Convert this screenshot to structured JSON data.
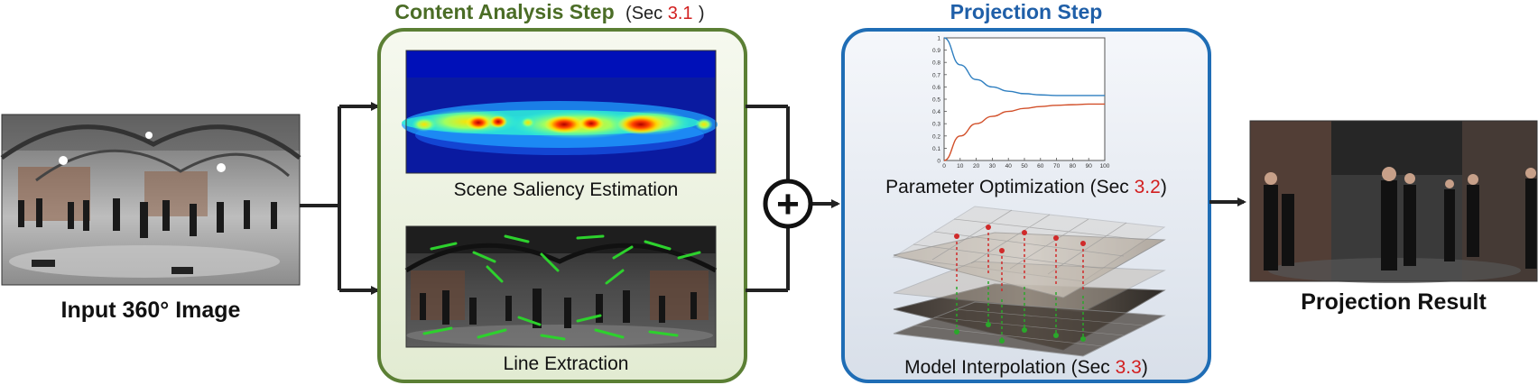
{
  "input": {
    "label": "Input 360° Image"
  },
  "content_step": {
    "title": "Content Analysis Step",
    "sec_prefix": "(Sec ",
    "sec_num": "3.1",
    "sec_suffix": ")",
    "saliency_caption": "Scene Saliency Estimation",
    "line_caption": "Line Extraction"
  },
  "combine": {
    "symbol": "+"
  },
  "projection_step": {
    "title": "Projection Step",
    "param_caption_prefix": "Parameter Optimization (Sec ",
    "param_sec": "3.2",
    "param_suffix": ")",
    "interp_caption_prefix": "Model Interpolation (Sec ",
    "interp_sec": "3.3",
    "interp_suffix": ")"
  },
  "output": {
    "label": "Projection Result"
  },
  "chart_data": {
    "type": "line",
    "x": [
      0,
      10,
      20,
      30,
      40,
      50,
      60,
      70,
      80,
      90,
      100
    ],
    "series": [
      {
        "values": [
          1.0,
          0.78,
          0.66,
          0.6,
          0.565,
          0.545,
          0.535,
          0.53,
          0.53,
          0.53,
          0.53
        ]
      },
      {
        "values": [
          0.0,
          0.2,
          0.3,
          0.36,
          0.4,
          0.425,
          0.44,
          0.45,
          0.455,
          0.46,
          0.46
        ]
      }
    ],
    "xticks": [
      "0",
      "10",
      "20",
      "30",
      "40",
      "50",
      "60",
      "70",
      "80",
      "90",
      "100"
    ],
    "yticks": [
      "0",
      "0.1",
      "0.2",
      "0.3",
      "0.4",
      "0.5",
      "0.6",
      "0.7",
      "0.8",
      "0.9",
      "1"
    ],
    "xlim": [
      0,
      100
    ],
    "ylim": [
      0,
      1
    ],
    "colors": [
      "#2f7fc0",
      "#d2502a"
    ]
  },
  "colors": {
    "content_border": "#5b7f34",
    "content_title": "#4b6d26",
    "projection_border": "#1f6db5",
    "projection_title": "#1f5fa8",
    "sec_number": "#d21f1f",
    "arrow": "#222222"
  }
}
